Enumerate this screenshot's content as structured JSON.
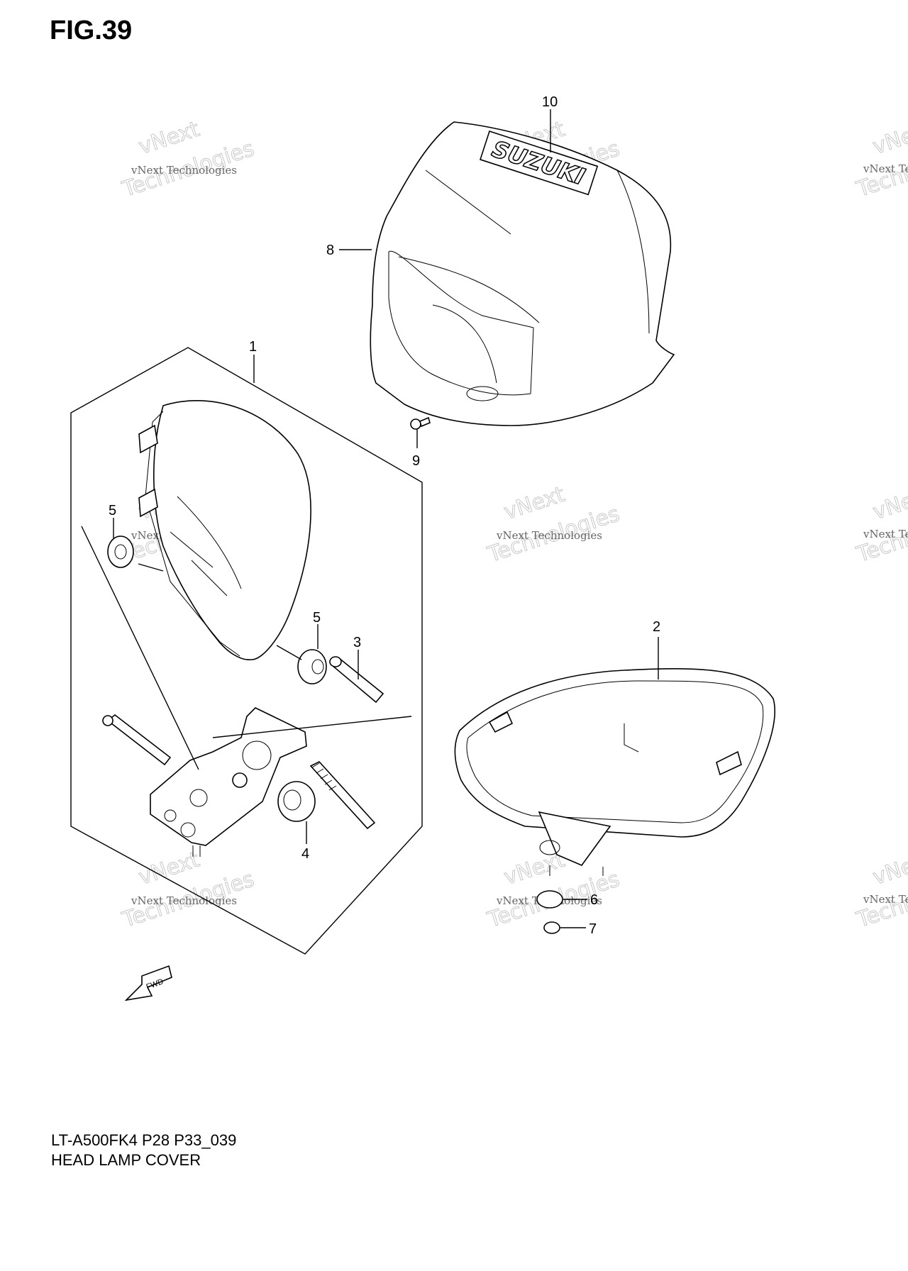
{
  "figure": {
    "title": "FIG.39",
    "model_code": "LT-A500FK4 P28 P33_039",
    "group_name": "HEAD LAMP COVER",
    "direction_label": "FWD"
  },
  "brand_logo": "SUZUKI",
  "watermark": {
    "line1": "vNext Technologies",
    "line2": "vNext",
    "line3": "Technologies"
  },
  "callouts": [
    {
      "id": "1",
      "label": "1"
    },
    {
      "id": "2",
      "label": "2"
    },
    {
      "id": "3",
      "label": "3"
    },
    {
      "id": "4",
      "label": "4"
    },
    {
      "id": "5a",
      "label": "5"
    },
    {
      "id": "5b",
      "label": "5"
    },
    {
      "id": "6",
      "label": "6"
    },
    {
      "id": "7",
      "label": "7"
    },
    {
      "id": "8",
      "label": "8"
    },
    {
      "id": "9",
      "label": "9"
    },
    {
      "id": "10",
      "label": "10"
    }
  ]
}
